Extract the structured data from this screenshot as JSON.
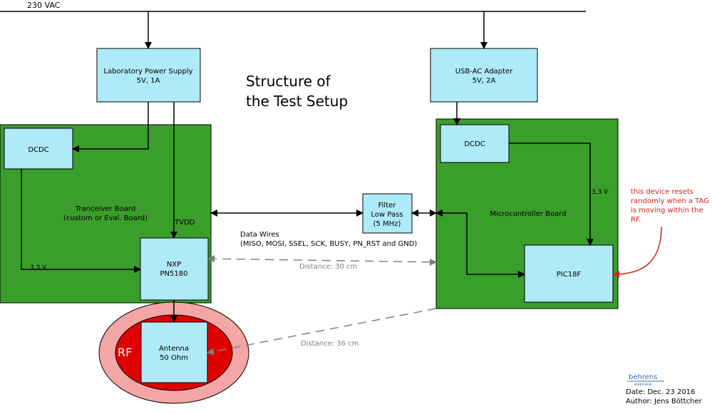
{
  "mains_label": "230 VAC",
  "title": [
    "Structure of",
    "the Test Setup"
  ],
  "lab_supply": [
    "Laboratory Power Supply",
    "5V, 1A"
  ],
  "usb_adapter": [
    "USB-AC Adapter",
    "5V, 2A"
  ],
  "left_dcdc": "DCDC",
  "right_dcdc": "DCDC",
  "transceiver_board": [
    "Tranceiver Board",
    "(custom or Eval. Board)"
  ],
  "tvdd": "TVDD",
  "left_voltage": "3,3 V",
  "right_voltage": "3,3 V",
  "nxp": [
    "NXP",
    "PN5180"
  ],
  "filter": [
    "Filter",
    "Low Pass",
    "(5 MHz)"
  ],
  "microcontroller_board": "Microcontroller Board",
  "pic": "PIC18F",
  "data_wires": [
    "Data Wires",
    "(MISO, MOSI, SSEL, SCK, BUSY, PN_RST and GND)"
  ],
  "distance_30": "Distance: 30 cm",
  "distance_36": "Distance: 36 cm",
  "antenna": [
    "Antenna",
    "50 Ohm"
  ],
  "rf": "RF",
  "annotation": [
    "this device resets",
    "randomly when a TAG",
    "is moving within the",
    "RF."
  ],
  "logo": [
    "behrens",
    "elektronik"
  ],
  "date": "Date: Dec. 23 2016",
  "author": "Author: Jens Böttcher",
  "colors": {
    "board_green": "#3a9e2a",
    "box_cyan": "#aeeaf7",
    "rf_outer": "#f4a5a5",
    "rf_inner": "#e00000",
    "annotation_red": "#d42020",
    "distance_gray": "#808080",
    "logo_blue": "#3a6aa0"
  }
}
